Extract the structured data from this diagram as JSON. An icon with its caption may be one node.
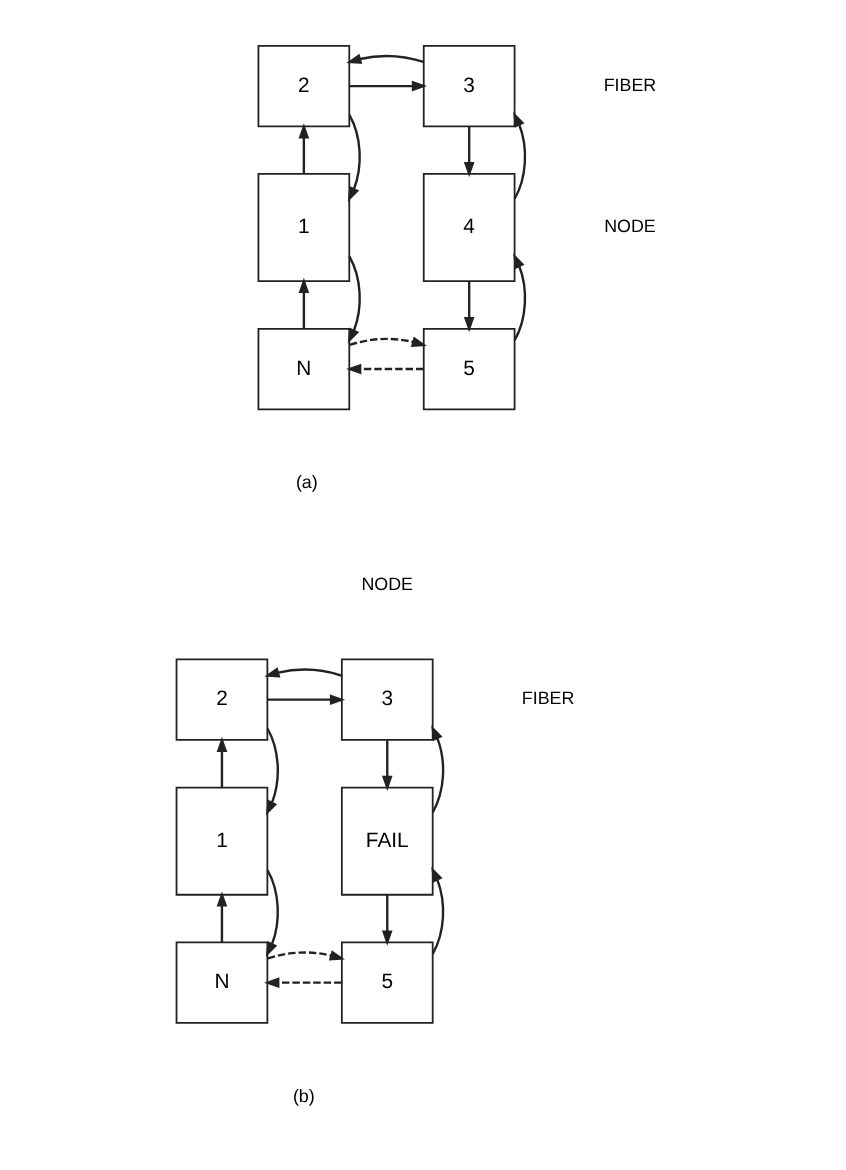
{
  "diagram": {
    "nodes": [
      {
        "text": [
          "2"
        ]
      },
      {
        "text": [
          "3"
        ]
      },
      {
        "text": [
          "1"
        ]
      },
      {
        "text": [
          "4"
        ]
      },
      {
        "text": [
          "N"
        ]
      },
      {
        "text": [
          "5"
        ]
      },
      {
        "text": [
          "2"
        ]
      },
      {
        "text": [
          "3"
        ]
      },
      {
        "text": [
          "1"
        ]
      },
      {
        "text": [
          "FAIL"
        ]
      },
      {
        "text": [
          "N"
        ]
      },
      {
        "text": [
          "5"
        ]
      }
    ],
    "edges": [
      {
        "from": 2,
        "to": 0,
        "arrow": "to"
      },
      {
        "from": 0,
        "to": 1,
        "arrow": "to"
      },
      {
        "from": 1,
        "to": 3,
        "arrow": "to"
      },
      {
        "from": 3,
        "to": 5,
        "arrow": "to"
      },
      {
        "from": 5,
        "to": 4,
        "arrow": "to",
        "style": "dashed"
      },
      {
        "from": 4,
        "to": 2,
        "arrow": "to"
      },
      {
        "from": 0,
        "to": 2,
        "arrow": "to"
      },
      {
        "from": 1,
        "to": 0,
        "arrow": "to"
      },
      {
        "from": 3,
        "to": 1,
        "arrow": "to"
      },
      {
        "from": 5,
        "to": 3,
        "arrow": "to"
      },
      {
        "from": 4,
        "to": 5,
        "arrow": "to",
        "style": "dashed"
      },
      {
        "from": 2,
        "to": 4,
        "arrow": "to"
      },
      {
        "from": 8,
        "to": 6,
        "arrow": "to"
      },
      {
        "from": 6,
        "to": 7,
        "arrow": "to"
      },
      {
        "from": 7,
        "to": 9,
        "arrow": "to"
      },
      {
        "from": 9,
        "to": 11,
        "arrow": "to"
      },
      {
        "from": 11,
        "to": 10,
        "arrow": "to",
        "style": "dashed"
      },
      {
        "from": 10,
        "to": 8,
        "arrow": "to"
      },
      {
        "from": 6,
        "to": 8,
        "arrow": "to"
      },
      {
        "from": 7,
        "to": 6,
        "arrow": "to"
      },
      {
        "from": 9,
        "to": 7,
        "arrow": "to"
      },
      {
        "from": 11,
        "to": 9,
        "arrow": "to"
      },
      {
        "from": 10,
        "to": 11,
        "arrow": "to",
        "style": "dashed"
      },
      {
        "from": 8,
        "to": 10,
        "arrow": "to"
      }
    ],
    "labels": [
      "FIBER",
      "NODE",
      "(a)",
      "NODE",
      "FIBER",
      "(b)"
    ]
  }
}
